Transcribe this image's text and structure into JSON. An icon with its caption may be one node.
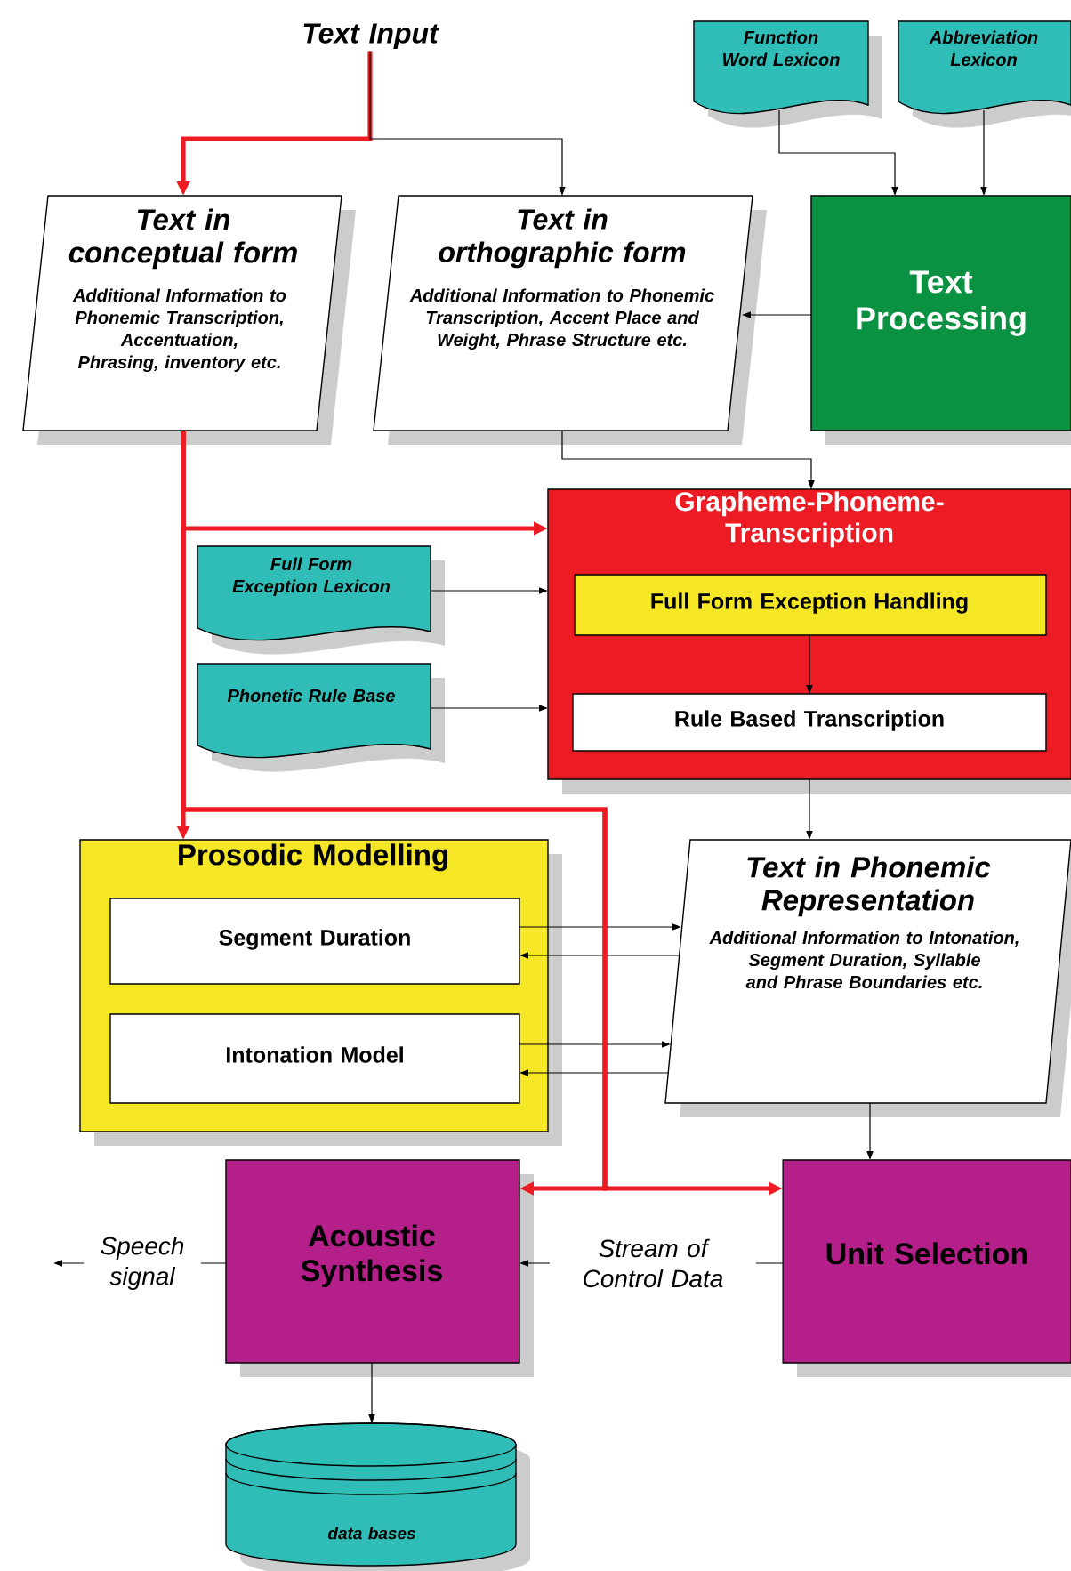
{
  "diagram": {
    "nodes": [
      {
        "text": [
          "Text Input"
        ]
      },
      {
        "text": [
          "Text in conceptual form",
          "Additional Information to Phonemic Transcription, Accentuation, Phrasing, inventory etc."
        ]
      },
      {
        "text": [
          "Text in orthographic form",
          "Additional Information to Phonemic Transcription, Accent Place and Weight, Phrase Structure etc."
        ]
      },
      {
        "text": [
          "Function Word Lexicon"
        ]
      },
      {
        "text": [
          "Abbreviation Lexicon"
        ]
      },
      {
        "text": [
          "Text Processing"
        ]
      },
      {
        "text": [
          "Grapheme-Phoneme-Transcription"
        ]
      },
      {
        "text": [
          "Full Form Exception Handling"
        ],
        "in": 6
      },
      {
        "text": [
          "Rule Based Transcription"
        ],
        "in": 6
      },
      {
        "text": [
          "Full Form Exception Lexicon"
        ]
      },
      {
        "text": [
          "Phonetic Rule Base"
        ]
      },
      {
        "text": [
          "Prosodic Modelling"
        ]
      },
      {
        "text": [
          "Segment Duration"
        ],
        "in": 11
      },
      {
        "text": [
          "Intonation Model"
        ],
        "in": 11
      },
      {
        "text": [
          "Text in Phonemic Representation",
          "Additional Information to Intonation, Segment Duration, Syllable and Phrase Boundaries etc."
        ]
      },
      {
        "text": [
          "Acoustic Synthesis"
        ]
      },
      {
        "text": [
          "Unit Selection"
        ]
      },
      {
        "text": [
          "data bases"
        ]
      }
    ],
    "edges": [
      {
        "from": 0,
        "to": 1,
        "arrow": "to",
        "style": "thick",
        "color": "#ed1c24"
      },
      {
        "from": 0,
        "to": 2,
        "arrow": "to"
      },
      {
        "from": 3,
        "to": 5,
        "arrow": "to"
      },
      {
        "from": 4,
        "to": 5,
        "arrow": "to"
      },
      {
        "from": 5,
        "to": 2,
        "arrow": "to"
      },
      {
        "from": 2,
        "to": 6,
        "arrow": "to"
      },
      {
        "from": 1,
        "to": 6,
        "arrow": "to",
        "style": "thick",
        "color": "#ed1c24"
      },
      {
        "from": 1,
        "to": 11,
        "arrow": "to",
        "style": "thick",
        "color": "#ed1c24"
      },
      {
        "from": 9,
        "to": 6,
        "arrow": "to"
      },
      {
        "from": 10,
        "to": 6,
        "arrow": "to"
      },
      {
        "from": 7,
        "to": 8,
        "arrow": "to"
      },
      {
        "from": 6,
        "to": 14,
        "arrow": "to"
      },
      {
        "from": 12,
        "to": 14,
        "arrow": "to"
      },
      {
        "from": 14,
        "to": 12,
        "arrow": "to"
      },
      {
        "from": 13,
        "to": 14,
        "arrow": "to"
      },
      {
        "from": 14,
        "to": 13,
        "arrow": "to"
      },
      {
        "from": 14,
        "to": 16,
        "arrow": "to"
      },
      {
        "from": 16,
        "to": 15,
        "arrow": "to",
        "label": "Stream of Control Data"
      },
      {
        "from": 15,
        "to": null,
        "arrow": "to",
        "label": "Speech signal"
      },
      {
        "from": 15,
        "to": 17,
        "arrow": "to"
      },
      {
        "from": 1,
        "to": 15,
        "arrow": "to",
        "style": "thick",
        "color": "#ed1c24"
      },
      {
        "from": 1,
        "to": 16,
        "arrow": "to",
        "style": "thick",
        "color": "#ed1c24"
      }
    ]
  }
}
